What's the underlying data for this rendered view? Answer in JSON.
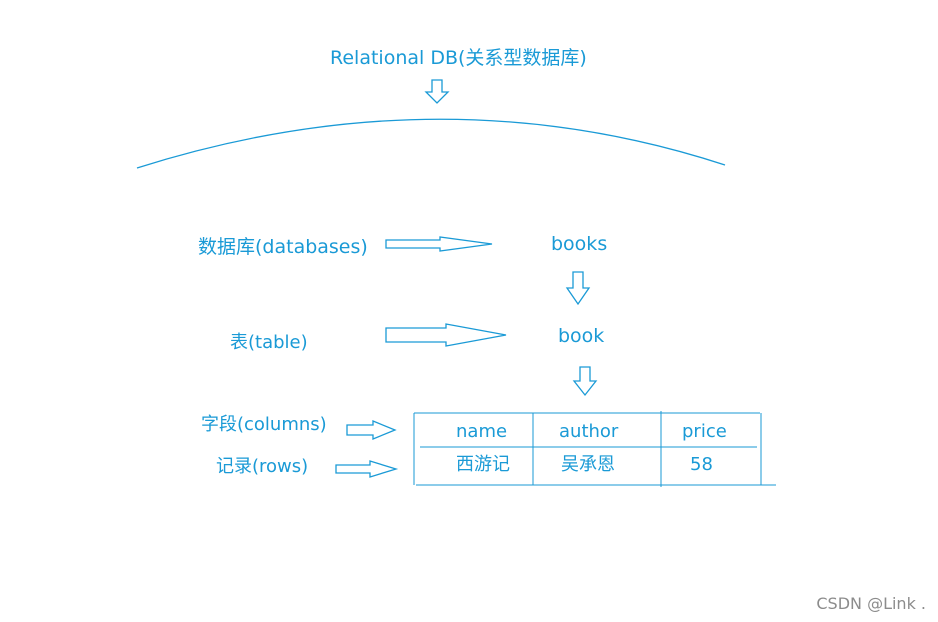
{
  "colors": {
    "accent": "#1a9ad6",
    "watermark": "#8c8c8c"
  },
  "title": "Relational DB(关系型数据库)",
  "concepts": {
    "databases": "数据库(databases)",
    "table": "表(table)",
    "columns": "字段(columns)",
    "rows": "记录(rows)"
  },
  "examples": {
    "database_name": "books",
    "table_name": "book"
  },
  "table": {
    "headers": [
      "name",
      "author",
      "price"
    ],
    "rows": [
      [
        "西游记",
        "吴承恩",
        "58"
      ]
    ]
  },
  "watermark": "CSDN @Link ."
}
